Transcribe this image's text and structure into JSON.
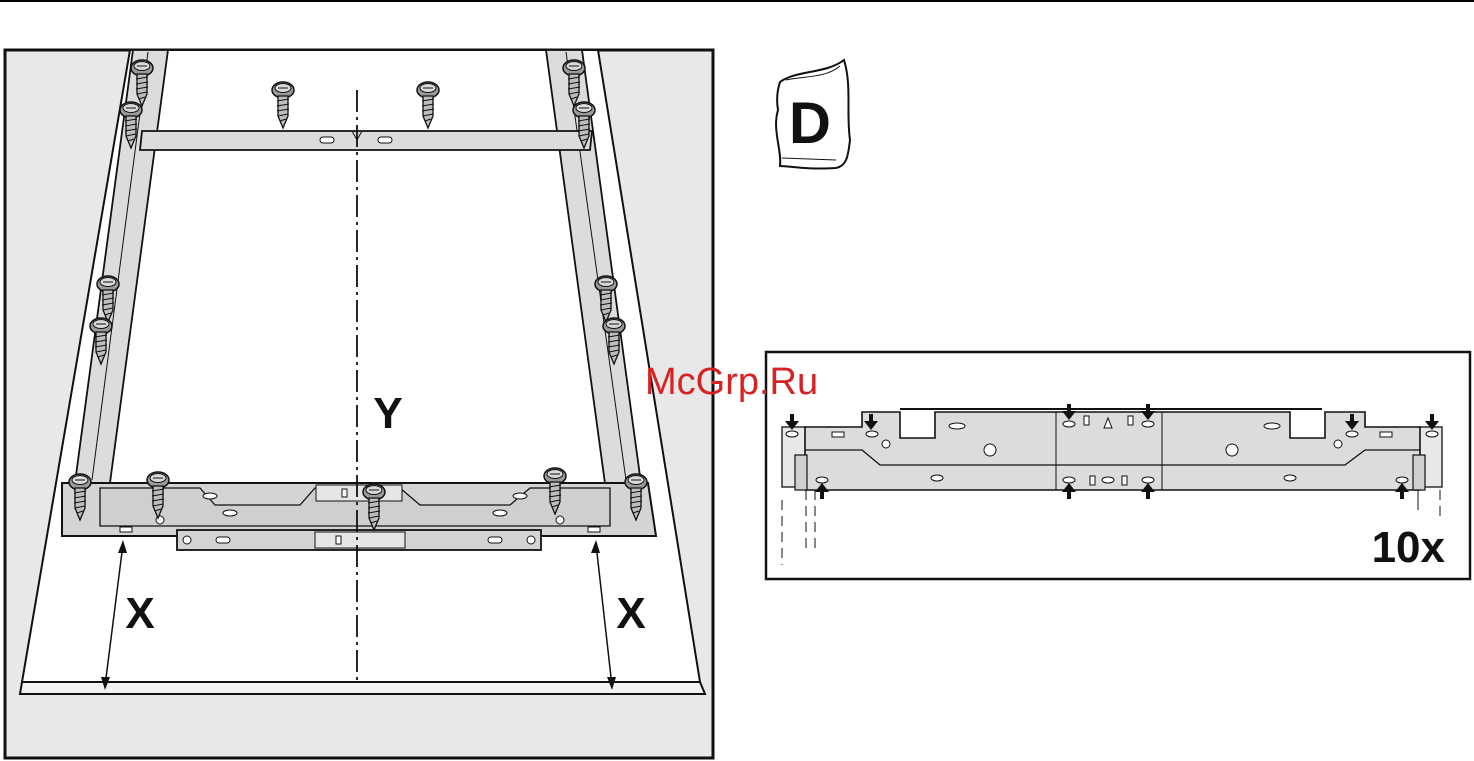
{
  "bag_label": "D",
  "dimension_y": "Y",
  "dimension_x_left": "X",
  "dimension_x_right": "X",
  "quantity": "10x",
  "watermark": "McGrp.Ru",
  "colors": {
    "panel_background": "#e8e8e8",
    "board": "#ffffff",
    "rail": "#dcdcdc",
    "bracket": "#d4d4d4",
    "line": "#111111",
    "watermark": "#d62222"
  },
  "icons": [
    "screw-icon",
    "bag-icon",
    "arrow-down-icon",
    "arrow-up-icon"
  ]
}
